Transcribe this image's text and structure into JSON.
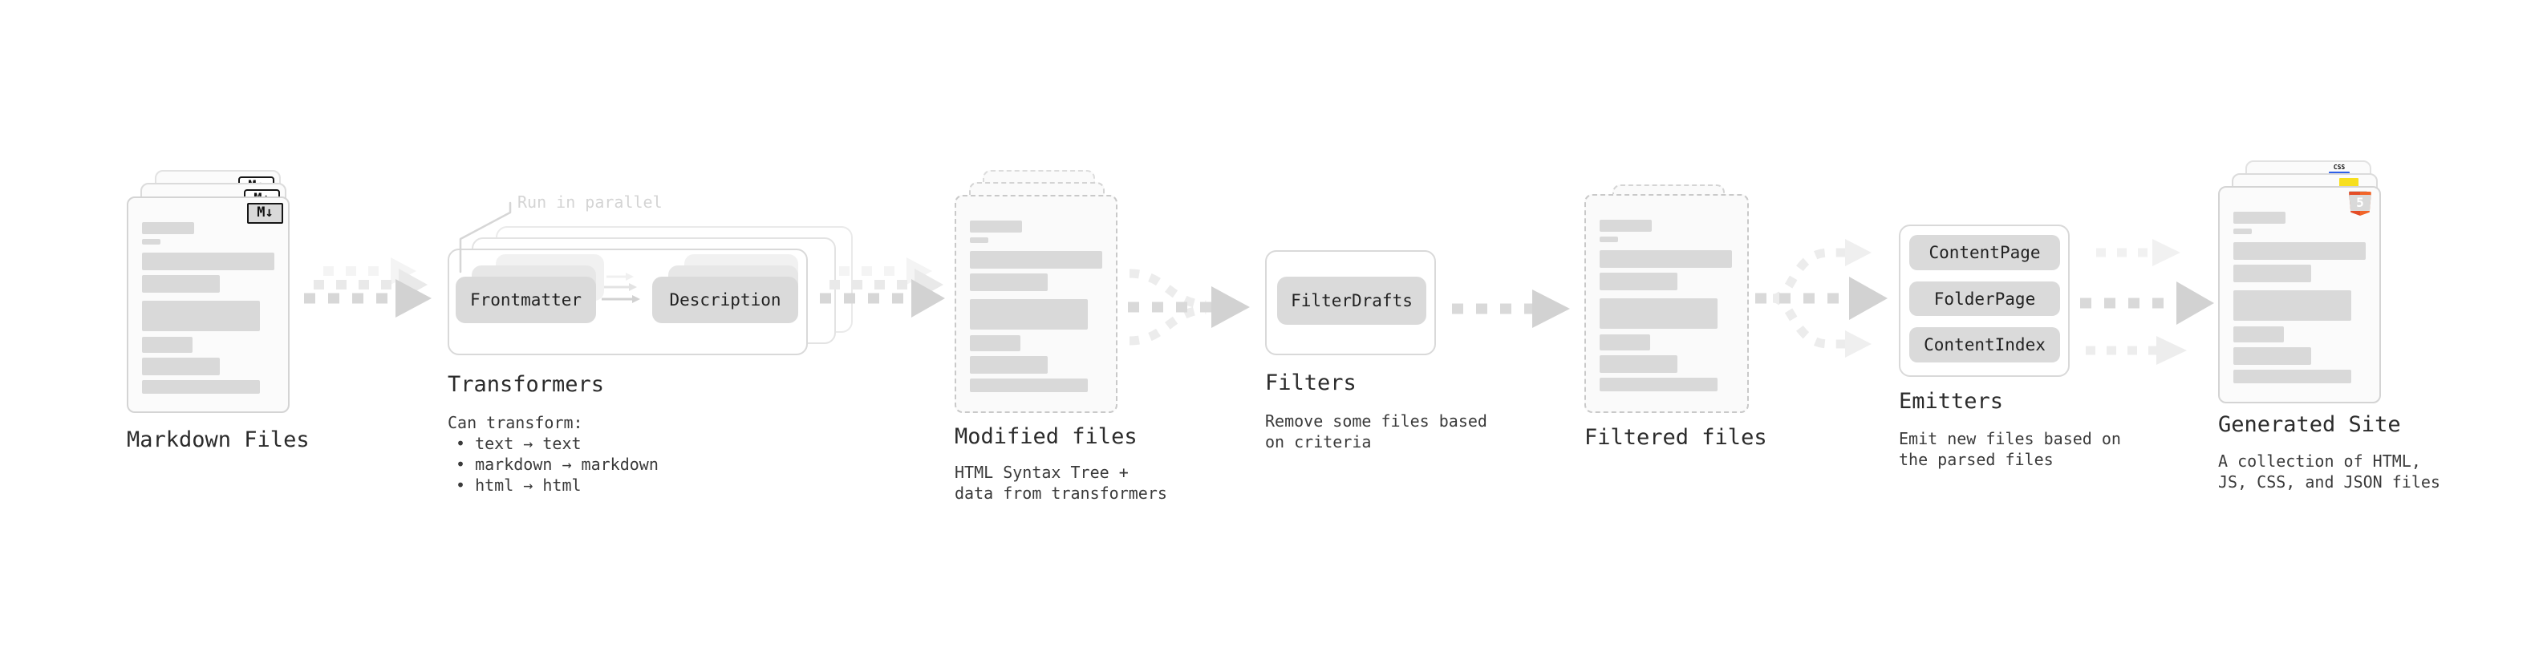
{
  "stages": {
    "markdown_files": {
      "label": "Markdown Files"
    },
    "transformers": {
      "label": "Transformers",
      "annotation": "Run in parallel",
      "buttons": [
        "Frontmatter",
        "Description"
      ],
      "caption_title": "Can transform:",
      "bullets": [
        "• text → text",
        "• markdown → markdown",
        "• html → html"
      ]
    },
    "modified_files": {
      "label": "Modified files",
      "caption": [
        "HTML Syntax Tree +",
        "data from transformers"
      ]
    },
    "filters": {
      "label": "Filters",
      "buttons": [
        "FilterDrafts"
      ],
      "caption": [
        "Remove some files based",
        "on criteria"
      ]
    },
    "filtered_files": {
      "label": "Filtered files"
    },
    "emitters": {
      "label": "Emitters",
      "buttons": [
        "ContentPage",
        "FolderPage",
        "ContentIndex"
      ],
      "caption": [
        "Emit new files based on",
        "the parsed files"
      ]
    },
    "generated_site": {
      "label": "Generated Site",
      "caption": [
        "A collection of HTML,",
        "JS, CSS, and JSON files"
      ]
    }
  },
  "icons": {
    "markdown_badge": "M↓",
    "html_label": "HTML",
    "html5_numeral": "5",
    "css_label": "CSS"
  },
  "colors": {
    "js_yellow": "#f7df1e",
    "css_blue": "#2e5fe8",
    "html_orange_dark": "#e44d26",
    "html_orange_light": "#f16529"
  }
}
